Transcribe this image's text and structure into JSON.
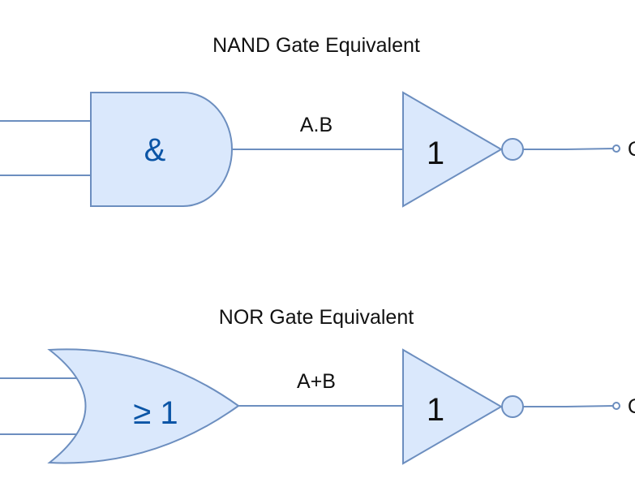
{
  "nand_section": {
    "title": "NAND Gate Equivalent",
    "and_gate_symbol": "&",
    "wire_label": "A.B",
    "not_gate_symbol": "1",
    "output_label": "Q"
  },
  "nor_section": {
    "title": "NOR Gate Equivalent",
    "or_gate_symbol": "≥ 1",
    "wire_label": "A+B",
    "not_gate_symbol": "1",
    "output_label": "Q"
  },
  "colors": {
    "gate_fill": "#dae8fc",
    "gate_stroke": "#6c8ebf",
    "symbol_text": "#0b55a6"
  }
}
